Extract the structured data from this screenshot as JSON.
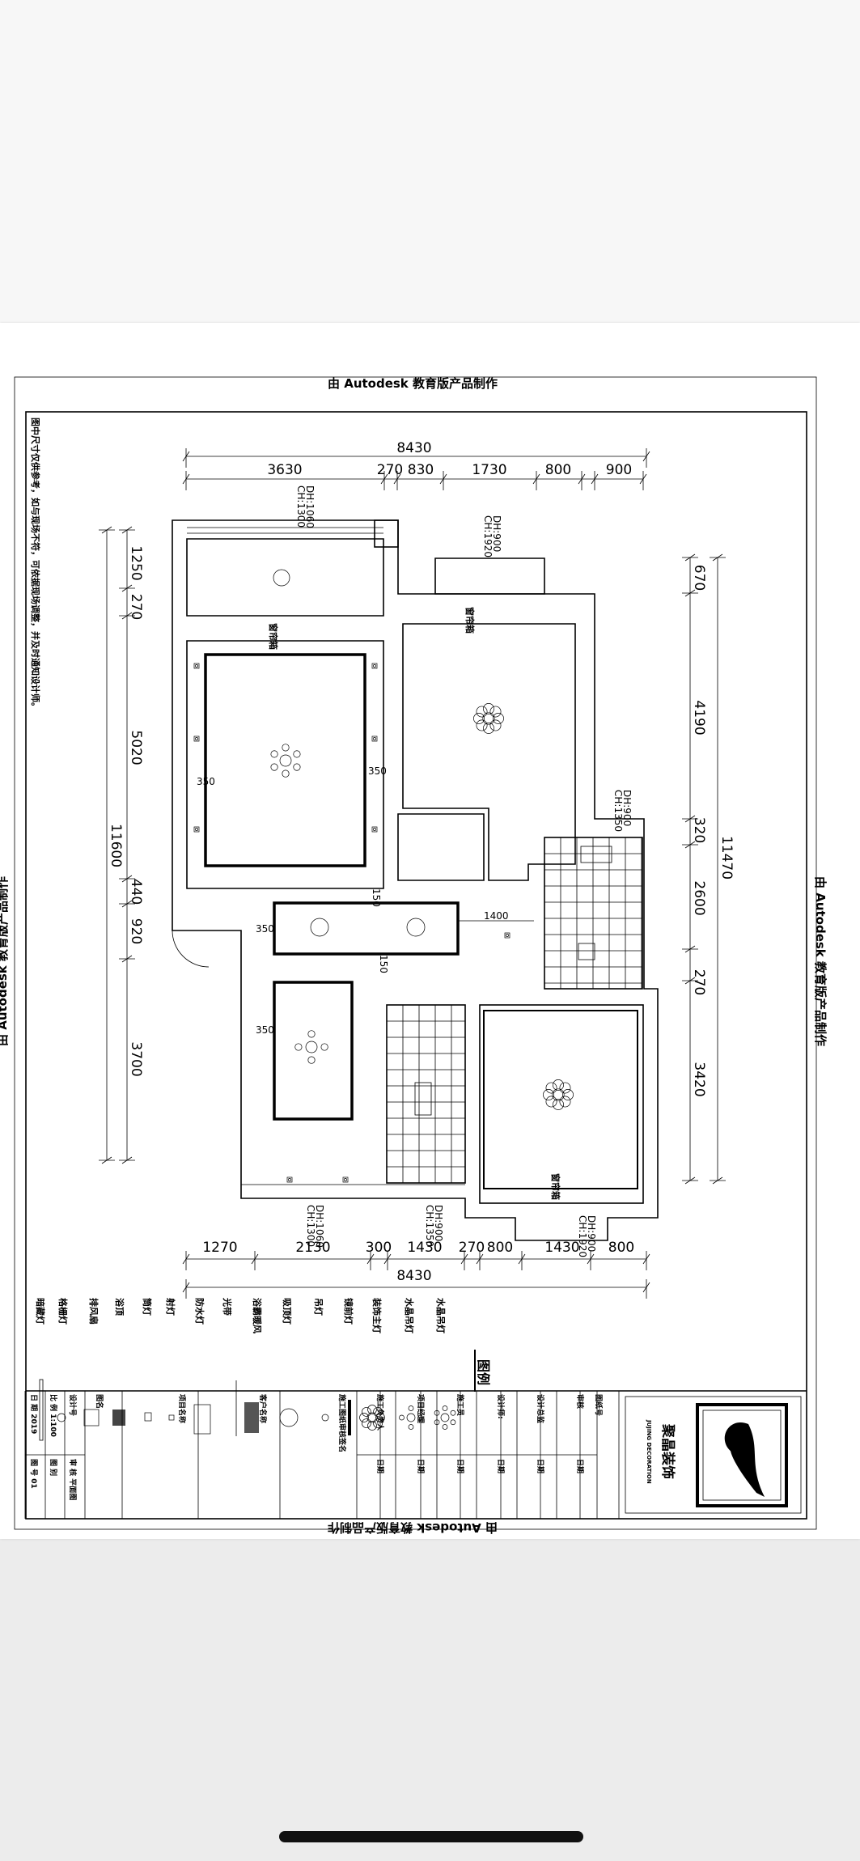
{
  "watermark": "由 Autodesk 教育版产品制作",
  "note": "图中尺寸仅供参考，如与现场不符，可依据现场调整，并及时通知设计师。",
  "dimensions": {
    "top_total": "8430",
    "top": [
      "3630",
      "270",
      "830",
      "1730",
      "800",
      "900"
    ],
    "left_total": "11600",
    "left": [
      "1250",
      "270",
      "5020",
      "440",
      "920",
      "3700"
    ],
    "right_total": "11470",
    "right": [
      "670",
      "4190",
      "320",
      "2600",
      "270",
      "3420"
    ],
    "bottom_total": "8430",
    "bottom": [
      "1270",
      "2130",
      "300",
      "1430",
      "270",
      "800",
      "1430",
      "800"
    ],
    "inner": [
      "350",
      "350",
      "350",
      "350",
      "150",
      "150",
      "1400"
    ]
  },
  "windows": [
    {
      "dh": "DH:1060",
      "ch": "CH:1300"
    },
    {
      "dh": "DH:900",
      "ch": "CH:1920"
    },
    {
      "dh": "DH:900",
      "ch": "CH:1350"
    },
    {
      "dh": "DH:1060",
      "ch": "CH:1300"
    },
    {
      "dh": "DH:900",
      "ch": "CH:1350"
    },
    {
      "dh": "DH:900",
      "ch": "CH:1920"
    }
  ],
  "curtain_box": "窗帘箱",
  "legend": {
    "title": "图例",
    "items": [
      "暗藏灯",
      "格栅灯",
      "排风扇",
      "浴顶",
      "筒灯",
      "射灯",
      "防水灯",
      "光带",
      "浴霸暖风",
      "吸顶灯",
      "吊灯",
      "镜前灯",
      "装饰主灯",
      "水晶吊灯",
      "水晶吊灯"
    ]
  },
  "title_block": {
    "left_cells": [
      "日 期  2019",
      "比 例  1:100",
      "设计号"
    ],
    "left_cells_lower": [
      "图 号  01",
      "图 别",
      "审 核  平面图"
    ],
    "columns": [
      "图名",
      "项目名称",
      "客户名称",
      "施工图纸审核签名",
      "施工负责人",
      "项目经理",
      "施工员",
      "设计师:",
      "设计总监",
      "审核",
      "图纸号"
    ],
    "date_label": "日期",
    "company": "聚晶装饰",
    "company_en": "JUJING DECORATION"
  }
}
